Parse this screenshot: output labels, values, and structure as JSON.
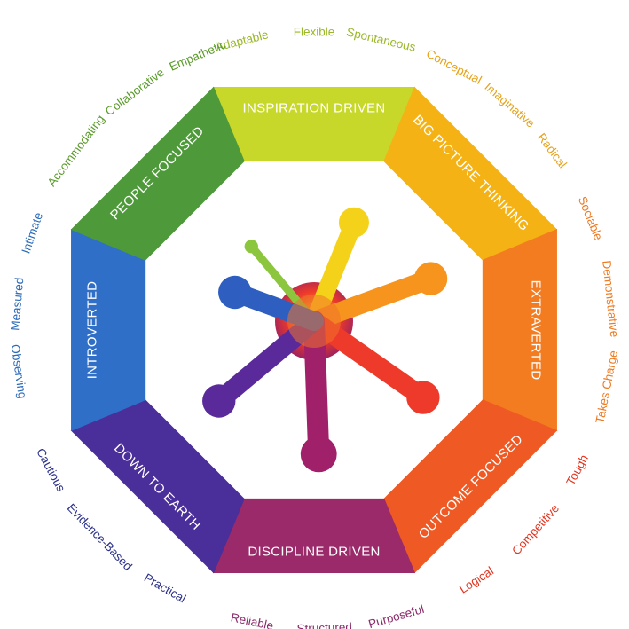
{
  "segments": [
    {
      "label": "INSPIRATION DRIVEN",
      "color": "#c8d82a"
    },
    {
      "label": "BIG PICTURE THINKING",
      "color": "#f5b214"
    },
    {
      "label": "EXTRAVERTED",
      "color": "#f47c20"
    },
    {
      "label": "OUTCOME FOCUSED",
      "color": "#ef5a24"
    },
    {
      "label": "DISCIPLINE DRIVEN",
      "color": "#9a2a6a"
    },
    {
      "label": "DOWN TO EARTH",
      "color": "#4a2e9a"
    },
    {
      "label": "INTROVERTED",
      "color": "#2f6fc7"
    },
    {
      "label": "PEOPLE FOCUSED",
      "color": "#4e9a3a"
    }
  ],
  "outer_words": [
    {
      "text": "Adaptable",
      "color": "#9ab82a"
    },
    {
      "text": "Flexible",
      "color": "#9ab82a"
    },
    {
      "text": "Spontaneous",
      "color": "#9ab82a"
    },
    {
      "text": "Conceptual",
      "color": "#e6a21a"
    },
    {
      "text": "Imaginative",
      "color": "#e6a21a"
    },
    {
      "text": "Radical",
      "color": "#e6a21a"
    },
    {
      "text": "Sociable",
      "color": "#ee7a22"
    },
    {
      "text": "Demonstrative",
      "color": "#ee7a22"
    },
    {
      "text": "Takes Charge",
      "color": "#ee7a22"
    },
    {
      "text": "Tough",
      "color": "#e2341f"
    },
    {
      "text": "Competitive",
      "color": "#e2341f"
    },
    {
      "text": "Logical",
      "color": "#e2341f"
    },
    {
      "text": "Purposeful",
      "color": "#8a2a6a"
    },
    {
      "text": "Structured",
      "color": "#8a2a6a"
    },
    {
      "text": "Reliable",
      "color": "#8a2a6a"
    },
    {
      "text": "Practical",
      "color": "#2a2f8a"
    },
    {
      "text": "Evidence-Based",
      "color": "#2a2f8a"
    },
    {
      "text": "Cautious",
      "color": "#2a2f8a"
    },
    {
      "text": "Observing",
      "color": "#2a6ab8"
    },
    {
      "text": "Measured",
      "color": "#2a6ab8"
    },
    {
      "text": "Intimate",
      "color": "#2a6ab8"
    },
    {
      "text": "Accommodating",
      "color": "#5a9a2a"
    },
    {
      "text": "Collaborative",
      "color": "#5a9a2a"
    },
    {
      "text": "Empathetic",
      "color": "#5a9a2a"
    }
  ],
  "splash_colors": [
    "#8bc63e",
    "#f5d21a",
    "#f7941d",
    "#ee3a2a",
    "#a0206a",
    "#5a2a9a",
    "#2e5fc0"
  ]
}
